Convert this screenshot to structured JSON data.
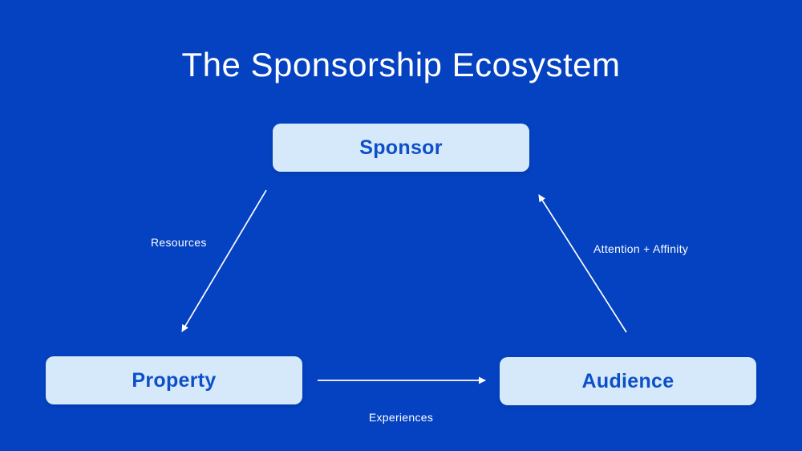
{
  "title": "The Sponsorship Ecosystem",
  "nodes": {
    "sponsor": {
      "label": "Sponsor"
    },
    "property": {
      "label": "Property"
    },
    "audience": {
      "label": "Audience"
    }
  },
  "edges": {
    "sponsor_to_property": {
      "label": "Resources",
      "direction": "from Sponsor down-left to Property"
    },
    "audience_to_sponsor": {
      "label": "Attention + Affinity",
      "direction": "from Audience up to Sponsor"
    },
    "property_to_audience": {
      "label": "Experiences",
      "direction": "from Property right to Audience"
    }
  },
  "colors": {
    "background": "#0442C1",
    "node_background": "#D6E9FB",
    "node_text": "#0D4FC8",
    "arrow": "#FFFFFF",
    "title_text": "#FFFFFF",
    "label_text": "#FFFFFF"
  }
}
